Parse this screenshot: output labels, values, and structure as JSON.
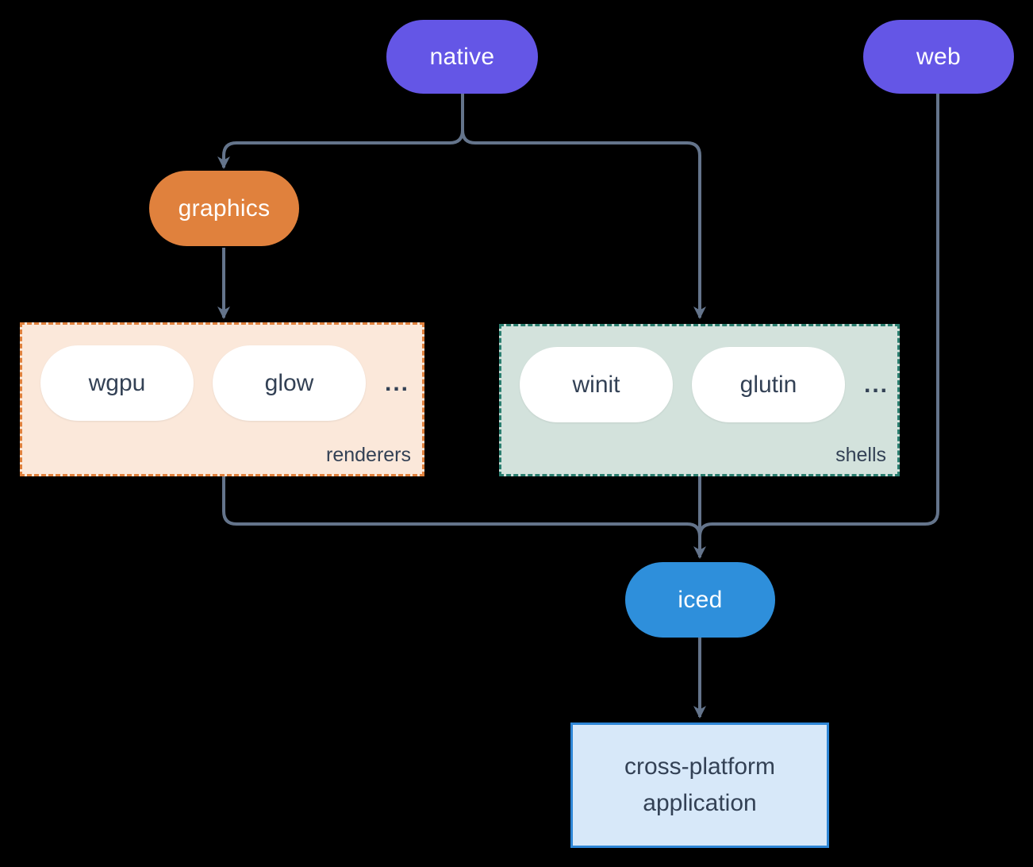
{
  "diagram": {
    "kind": "flowchart",
    "background_color": "#000000",
    "edge_color": "#64748b",
    "nodes": {
      "native": {
        "label": "native",
        "bg": "#6456e6",
        "text_color": "#ffffff"
      },
      "web": {
        "label": "web",
        "bg": "#6456e6",
        "text_color": "#ffffff"
      },
      "graphics": {
        "label": "graphics",
        "bg": "#e0813d",
        "text_color": "#ffffff"
      },
      "iced": {
        "label": "iced",
        "bg": "#2e8fdb",
        "text_color": "#ffffff"
      },
      "application": {
        "line1": "cross-platform",
        "line2": "application",
        "bg": "#d7e8f9",
        "border_color": "#2e86d6",
        "text_color": "#334155"
      }
    },
    "groups": {
      "renderers": {
        "label": "renderers",
        "bg": "#fbe8da",
        "border_color": "#e0813d",
        "items": [
          "wgpu",
          "glow"
        ],
        "ellipsis": "..."
      },
      "shells": {
        "label": "shells",
        "bg": "#d3e2dc",
        "border_color": "#2a7e6f",
        "items": [
          "winit",
          "glutin"
        ],
        "ellipsis": "..."
      }
    },
    "edges": [
      {
        "from": "native",
        "to": "graphics"
      },
      {
        "from": "native",
        "to": "shells"
      },
      {
        "from": "graphics",
        "to": "renderers"
      },
      {
        "from": "renderers",
        "to": "iced"
      },
      {
        "from": "shells",
        "to": "iced"
      },
      {
        "from": "web",
        "to": "iced"
      },
      {
        "from": "iced",
        "to": "application"
      }
    ]
  }
}
